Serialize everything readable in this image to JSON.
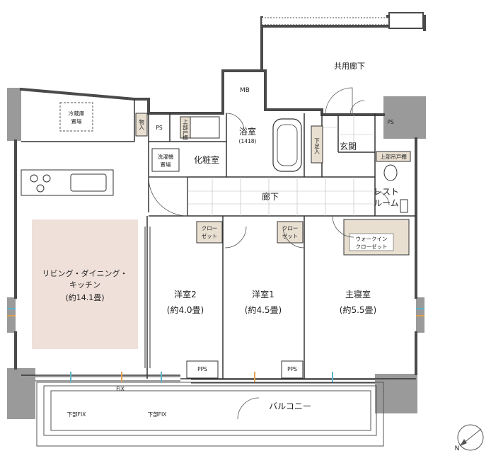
{
  "rooms": {
    "ldk_line1": "リビング・ダイニング・",
    "ldk_line2": "キッチン",
    "ldk_size": "(約14.1畳)",
    "western2_name": "洋室2",
    "western2_size": "(約4.0畳)",
    "western1_name": "洋室1",
    "western1_size": "(約4.5畳)",
    "master_name": "主寝室",
    "master_size": "(約5.5畳)",
    "bath_name": "浴室",
    "bath_size": "(1418)",
    "powder_room": "化粧室",
    "hallway": "廊下",
    "entrance": "玄関",
    "restroom_line1": "レスト",
    "restroom_line2": "ルーム",
    "balcony": "バルコニー",
    "common_corridor": "共用廊下",
    "mb": "MB",
    "ps_left": "PS",
    "ps_right": "PS",
    "storage_vertical": "物入",
    "shoe_box_hall": "下足入",
    "shoe_box_upper": "上部戸棚",
    "upper_shelf_wc": "上部吊戸棚",
    "closet1_line1": "クロー",
    "closet1_line2": "ゼット",
    "closet2_line1": "クロー",
    "closet2_line2": "ゼット",
    "wic_line1": "ウォークイン",
    "wic_line2": "クローゼット",
    "pps_left": "PPS",
    "pps_right": "PPS",
    "washer_line1": "洗濯機",
    "washer_line2": "置場",
    "fridge_line1": "冷蔵庫",
    "fridge_line2": "置場",
    "fix": "FIX",
    "lower_fix_left": "下部FIX",
    "lower_fix_right": "下部FIX"
  },
  "compass_label": "N",
  "colors": {
    "ldk_fill": "#efe0da",
    "storage_fill": "#e8dfd0",
    "wall": "#4a4a4a",
    "column": "#9a9a9a",
    "window_cyan": "#5ab4c8",
    "window_orange": "#e0a050"
  }
}
